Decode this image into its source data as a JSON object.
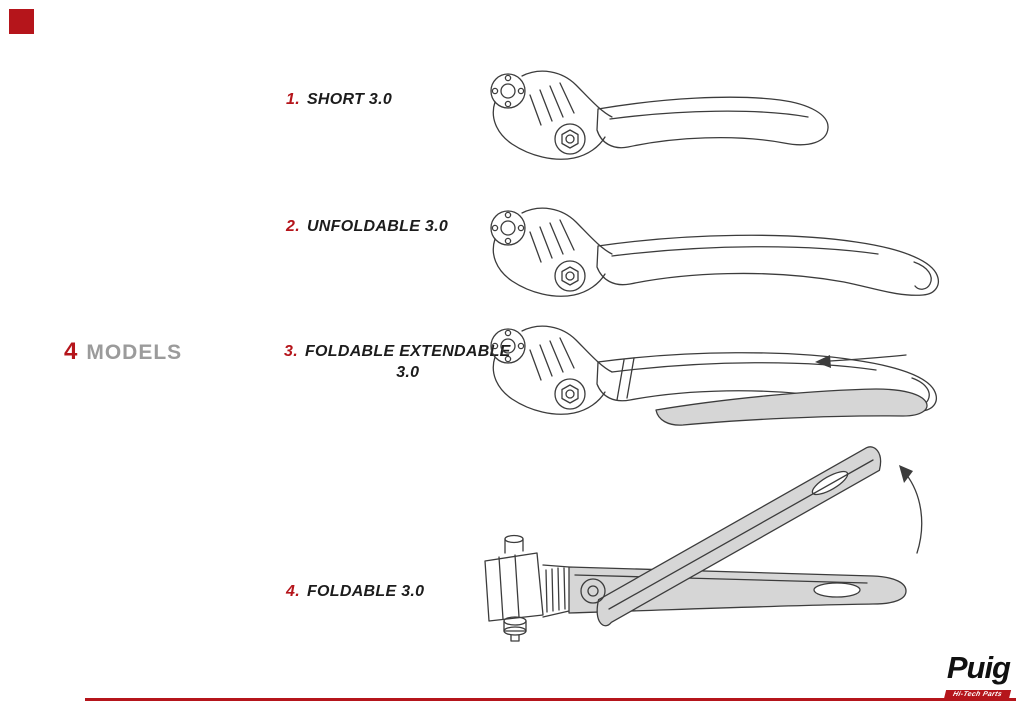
{
  "colors": {
    "accent_red": "#b5151b",
    "models_gray": "#9b9b9b",
    "label_black": "#1c1c1c",
    "line_art": "#3c3c3c",
    "shade_gray": "#d6d6d6"
  },
  "models_heading": {
    "count": "4",
    "label": "MODELS"
  },
  "models": [
    {
      "number": "1.",
      "name": "SHORT 3.0"
    },
    {
      "number": "2.",
      "name": "UNFOLDABLE 3.0"
    },
    {
      "number": "3.",
      "name": "FOLDABLE EXTENDABLE\n3.0"
    },
    {
      "number": "4.",
      "name": "FOLDABLE 3.0"
    }
  ],
  "footer": {
    "brand": "Puig",
    "tagline": "Hi-Tech Parts"
  }
}
